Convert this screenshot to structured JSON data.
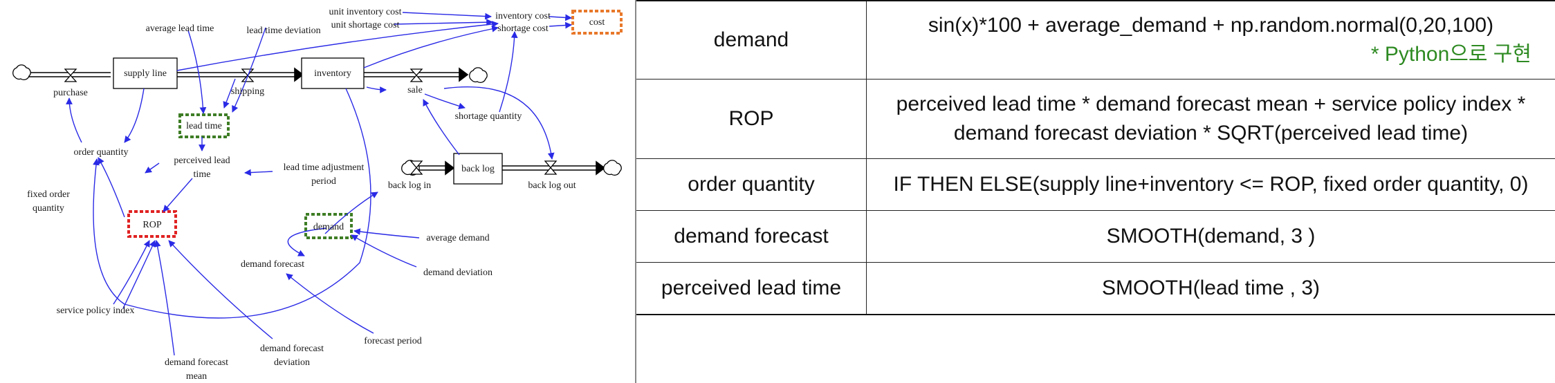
{
  "diagram": {
    "labels": {
      "supply_line": "supply line",
      "inventory": "inventory",
      "back_log": "back log",
      "cost": "cost",
      "lead_time": "lead time",
      "rop": "ROP",
      "demand": "demand",
      "purchase": "purchase",
      "shipping": "shipping",
      "sale": "sale",
      "back_log_in": "back log in",
      "back_log_out": "back log out",
      "order_quantity": "order quantity",
      "fixed_order_1": "fixed order",
      "fixed_order_2": "quantity",
      "average_lead_time": "average lead time",
      "lead_time_deviation": "lead time deviation",
      "unit_inventory_cost": "unit inventory cost",
      "unit_shortage_cost": "unit shortage cost",
      "inventory_cost": "inventory cost",
      "shortage_cost": "shortage cost",
      "shortage_quantity": "shortage quantity",
      "perceived_lead_1": "perceived lead",
      "perceived_lead_2": "time",
      "lead_adj_1": "lead time adjustment",
      "lead_adj_2": "period",
      "average_demand": "average demand",
      "demand_deviation": "demand deviation",
      "demand_forecast": "demand forecast",
      "forecast_period": "forecast period",
      "service_policy_index": "service policy index",
      "dfm_1": "demand forecast",
      "dfm_2": "mean",
      "dfd_1": "demand forecast",
      "dfd_2": "deviation"
    },
    "highlight_colors": {
      "cost": "#e8782a",
      "lead_time": "#3e7d25",
      "rop": "#e02222",
      "demand": "#3e7d25"
    },
    "arrow_color": "#2a2ae6"
  },
  "table": {
    "rows": [
      {
        "key": "demand",
        "value": "sin(x)*100 + average_demand + np.random.normal(0,20,100)",
        "note": "* Python으로 구현"
      },
      {
        "key": "ROP",
        "value": "perceived lead time * demand forecast mean + service policy index * demand forecast deviation * SQRT(perceived lead time)"
      },
      {
        "key": "order quantity",
        "value": "IF THEN ELSE(supply line+inventory <= ROP, fixed order quantity, 0)"
      },
      {
        "key": "demand forecast",
        "value": "SMOOTH(demand, 3 )"
      },
      {
        "key": "perceived lead time",
        "value": "SMOOTH(lead time , 3)"
      }
    ],
    "note_color": "#2e8a22"
  }
}
